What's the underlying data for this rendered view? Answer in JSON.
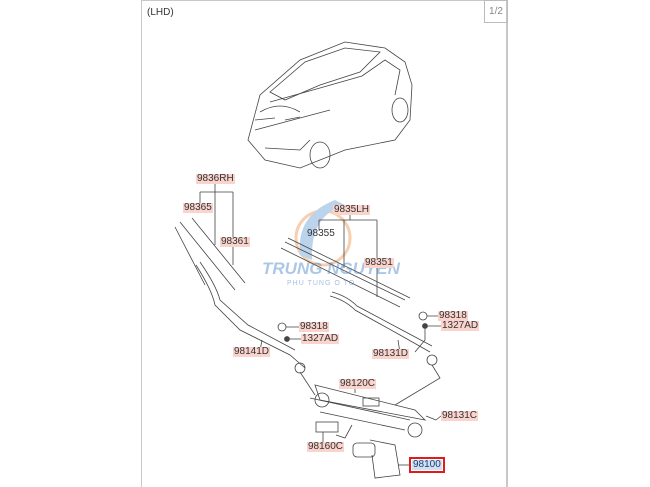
{
  "header": {
    "variant": "(LHD)",
    "page": "1/2"
  },
  "watermark": {
    "brand": "TRUNG NGUYEN",
    "tagline": "PHU TUNG O TO"
  },
  "parts": [
    {
      "id": "9836RH",
      "selected": false
    },
    {
      "id": "98365",
      "selected": false
    },
    {
      "id": "98361",
      "selected": false
    },
    {
      "id": "9835LH",
      "selected": false
    },
    {
      "id": "98355",
      "selected": false
    },
    {
      "id": "98351",
      "selected": false
    },
    {
      "id": "98318",
      "selected": false
    },
    {
      "id": "1327AD",
      "selected": false
    },
    {
      "id": "98318",
      "selected": false
    },
    {
      "id": "1327AD",
      "selected": false
    },
    {
      "id": "98141D",
      "selected": false
    },
    {
      "id": "98131D",
      "selected": false
    },
    {
      "id": "98120C",
      "selected": false
    },
    {
      "id": "98131C",
      "selected": false
    },
    {
      "id": "98160C",
      "selected": false
    },
    {
      "id": "98100",
      "selected": true
    }
  ],
  "colors": {
    "label_bg": "#f9d3cc",
    "selected_bg": "#cfe0f2",
    "selected_border": "#e01b1b"
  }
}
